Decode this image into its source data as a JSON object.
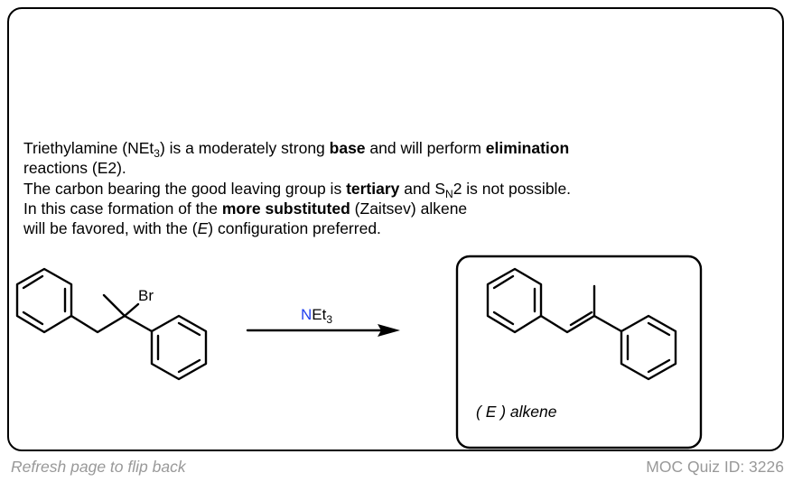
{
  "explanation": {
    "line1": {
      "a": "Triethylamine (NEt",
      "sub": "3",
      "b": ") is a moderately strong ",
      "bold1": "base",
      "c": " and will perform ",
      "bold2": "elimination"
    },
    "line2": "reactions (E2).",
    "line3": {
      "a": "The carbon bearing the good leaving group is ",
      "bold": "tertiary",
      "b": " and S",
      "sub": "N",
      "c": "2 is not possible."
    },
    "line4": {
      "a": "In this case formation of the ",
      "bold": "more substituted",
      "b": " (Zaitsev) alkene"
    },
    "line5": {
      "a": "will be favored, with the (",
      "italic": "E",
      "b": ") configuration preferred."
    }
  },
  "scheme": {
    "reactant_label": "Br",
    "reagent": {
      "n": "N",
      "et": "Et",
      "sub": "3"
    },
    "product_label": "( E ) alkene",
    "colors": {
      "nitrogen": "#2040f0"
    }
  },
  "footer": {
    "flip_link": "Refresh page to flip back",
    "quiz_id": "MOC Quiz ID: 3226"
  }
}
